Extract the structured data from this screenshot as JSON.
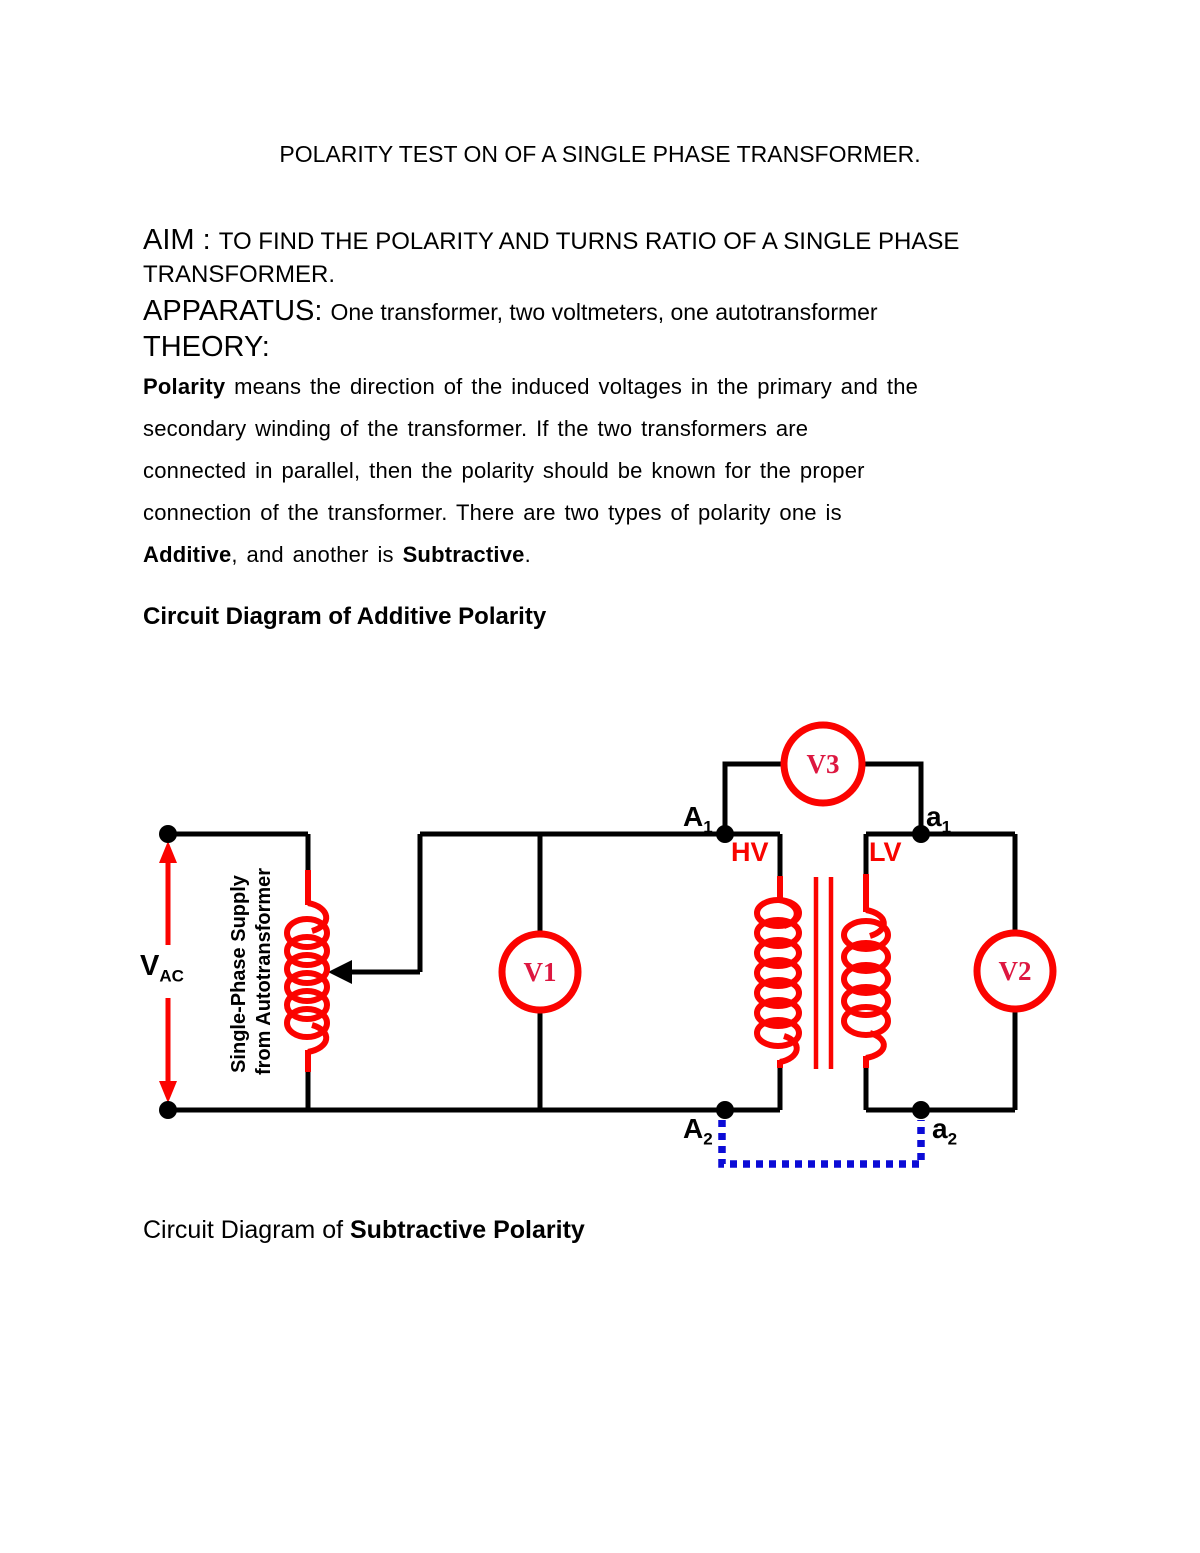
{
  "doc": {
    "title": "POLARITY TEST ON OF A SINGLE PHASE TRANSFORMER.",
    "aim": {
      "label": "AIM : ",
      "text": "TO FIND THE POLARITY AND TURNS RATIO OF A SINGLE PHASE",
      "text_line2": "TRANSFORMER."
    },
    "apparatus": {
      "label": "APPARATUS: ",
      "text": "One transformer, two voltmeters, one autotransformer"
    },
    "theory_label": "THEORY:",
    "theory": {
      "line1_bold": "Polarity",
      "line1_rest": " means the direction of the induced voltages in the primary and the",
      "line2": "secondary winding of the transformer. If the two transformers are",
      "line3": "connected in parallel, then the polarity should be known for the proper",
      "line4": "connection of the transformer. There are two types of polarity one is",
      "line5_bold1": "Additive",
      "line5_mid": ", and another is ",
      "line5_bold2": "Subtractive",
      "line5_end": "."
    },
    "heading_additive": "Circuit Diagram of Additive Polarity",
    "heading_subtractive_prefix": "Circuit Diagram of ",
    "heading_subtractive_bold": "Subtractive Polarity"
  },
  "diagram": {
    "source_label": {
      "base": "V",
      "sub": "AC"
    },
    "autotransformer_label": {
      "line1": "Single-Phase Supply",
      "line2": "from Autotransformer"
    },
    "voltmeters": {
      "v1": "V1",
      "v2": "V2",
      "v3": "V3"
    },
    "windings": {
      "hv": "HV",
      "lv": "LV"
    },
    "terminals": {
      "A1": {
        "base": "A",
        "sub": "1"
      },
      "A2": {
        "base": "A",
        "sub": "2"
      },
      "a1": {
        "base": "a",
        "sub": "1"
      },
      "a2": {
        "base": "a",
        "sub": "2"
      }
    },
    "colors": {
      "wire": "#000000",
      "circuit_red": "#fb0300",
      "meter_text": "#dd1740",
      "dotted_link_blue": "#0b0bd6"
    }
  }
}
